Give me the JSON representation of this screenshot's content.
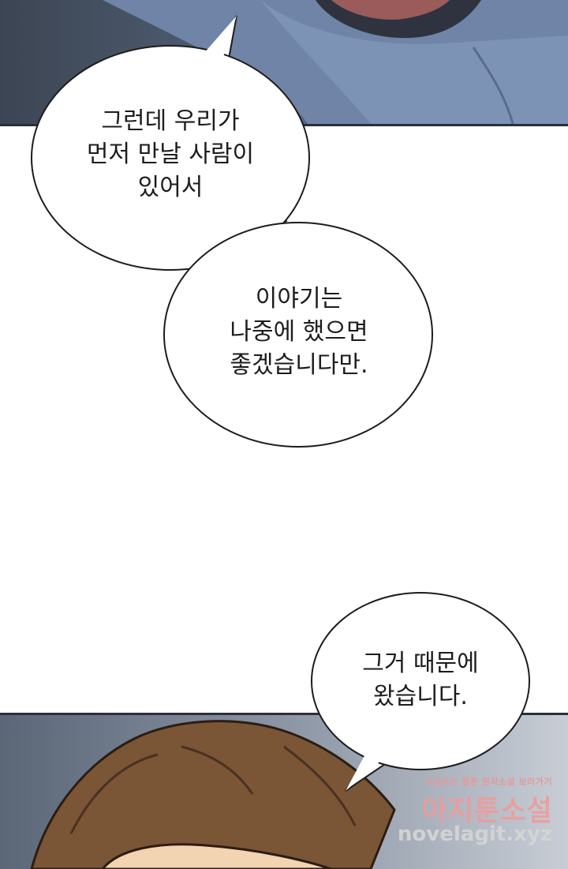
{
  "colors": {
    "panel_top": "#4f5d72",
    "panel_bottom": "#8b95a4",
    "hair": "#7a5536",
    "skin": "#f2d3b2",
    "watermark": "#f09a9a"
  },
  "bubbles": {
    "b1": [
      "그런데 우리가",
      "먼저 만날 사람이",
      "있어서"
    ],
    "b2": [
      "이야기는",
      "나중에 했으면",
      "좋겠습니다만."
    ],
    "b3": [
      "그거 때문에",
      "왔습니다."
    ]
  },
  "watermark": {
    "tagline": "지금보는 웹툰 원작소설 보러가기",
    "brand": "아지툰소설",
    "url": "novelagit.xyz"
  }
}
